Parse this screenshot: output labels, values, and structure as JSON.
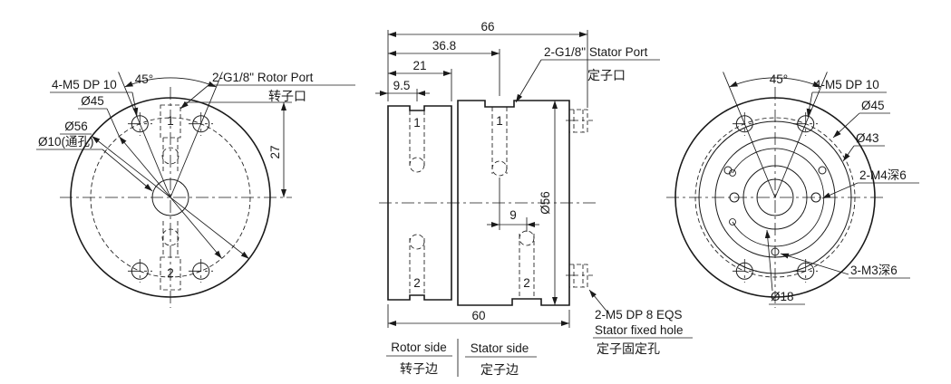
{
  "drawing": {
    "background": "#ffffff",
    "line_color": "#1a1a1a"
  },
  "left_view": {
    "angle": "45°",
    "bolt_note": "4-M5 DP 10",
    "dia_bolt_circle": "Ø45",
    "dia_outer": "Ø56",
    "dia_center_hole": "Ø10(通孔)",
    "rotor_port_en": "2-G1/8\" Rotor Port",
    "rotor_port_zh": "转子口",
    "dim_port_offset": "27",
    "port1": "1",
    "port2": "2"
  },
  "side_view": {
    "dim_total_length": "66",
    "dim_to_stator_port": "36.8",
    "dim_rotor_width": "21",
    "dim_rotor_port_offset": "9.5",
    "dia_body": "Ø56",
    "dim_port_spacing": "9",
    "dim_body_length": "60",
    "stator_port_en": "2-G1/8\" Stator Port",
    "stator_port_zh": "定子口",
    "fixed_hole_note": "2-M5 DP 8 EQS",
    "fixed_hole_en": "Stator fixed hole",
    "fixed_hole_zh": "定子固定孔",
    "rotor_side_en": "Rotor side",
    "rotor_side_zh": "转子边",
    "stator_side_en": "Stator side",
    "stator_side_zh": "定子边",
    "port1": "1",
    "port2": "2"
  },
  "right_view": {
    "angle": "45°",
    "bolt_note": "4-M5 DP 10",
    "dia_bolt_circle": "Ø45",
    "dia_inner_ring": "Ø43",
    "m4_note": "2-M4深6",
    "m3_note": "3-M3深6",
    "dia_boss": "Ø18"
  }
}
